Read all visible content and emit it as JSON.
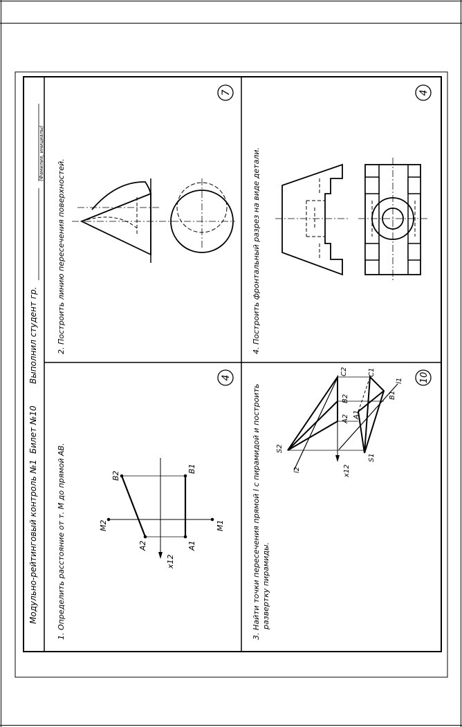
{
  "header": {
    "title": "Модульно-рейтинговый контроль №1",
    "ticket": "Билет №10",
    "student_label": "Выполнил студент гр.",
    "fio_caption": "(Фамилия, инициалы)"
  },
  "tasks": [
    {
      "number": "1",
      "text": "1. Определить расстояние от т. М до прямой АВ.",
      "score": "4",
      "labels": {
        "A2": "A2",
        "B2": "B2",
        "A1": "A1",
        "B1": "B1",
        "M2": "M2",
        "M1": "M1",
        "x12": "x12"
      }
    },
    {
      "number": "2",
      "text": "2. Построить линию пересечения поверхностей.",
      "score": "7"
    },
    {
      "number": "3",
      "text_line1": "3. Найти точки пересечения прямой l с пирамидой и построить",
      "text_line2": "развертку пирамиды.",
      "score": "10",
      "labels": {
        "S2": "S2",
        "A2": "A2",
        "B2": "B2",
        "C2": "C2",
        "l2": "l2",
        "S1": "S1",
        "A1": "A1",
        "B1": "B1",
        "C1": "C1",
        "l1": "l1",
        "x12": "x12"
      }
    },
    {
      "number": "4",
      "text": "4. Построить фронтальный разрез на виде детали.",
      "score": "4"
    }
  ]
}
